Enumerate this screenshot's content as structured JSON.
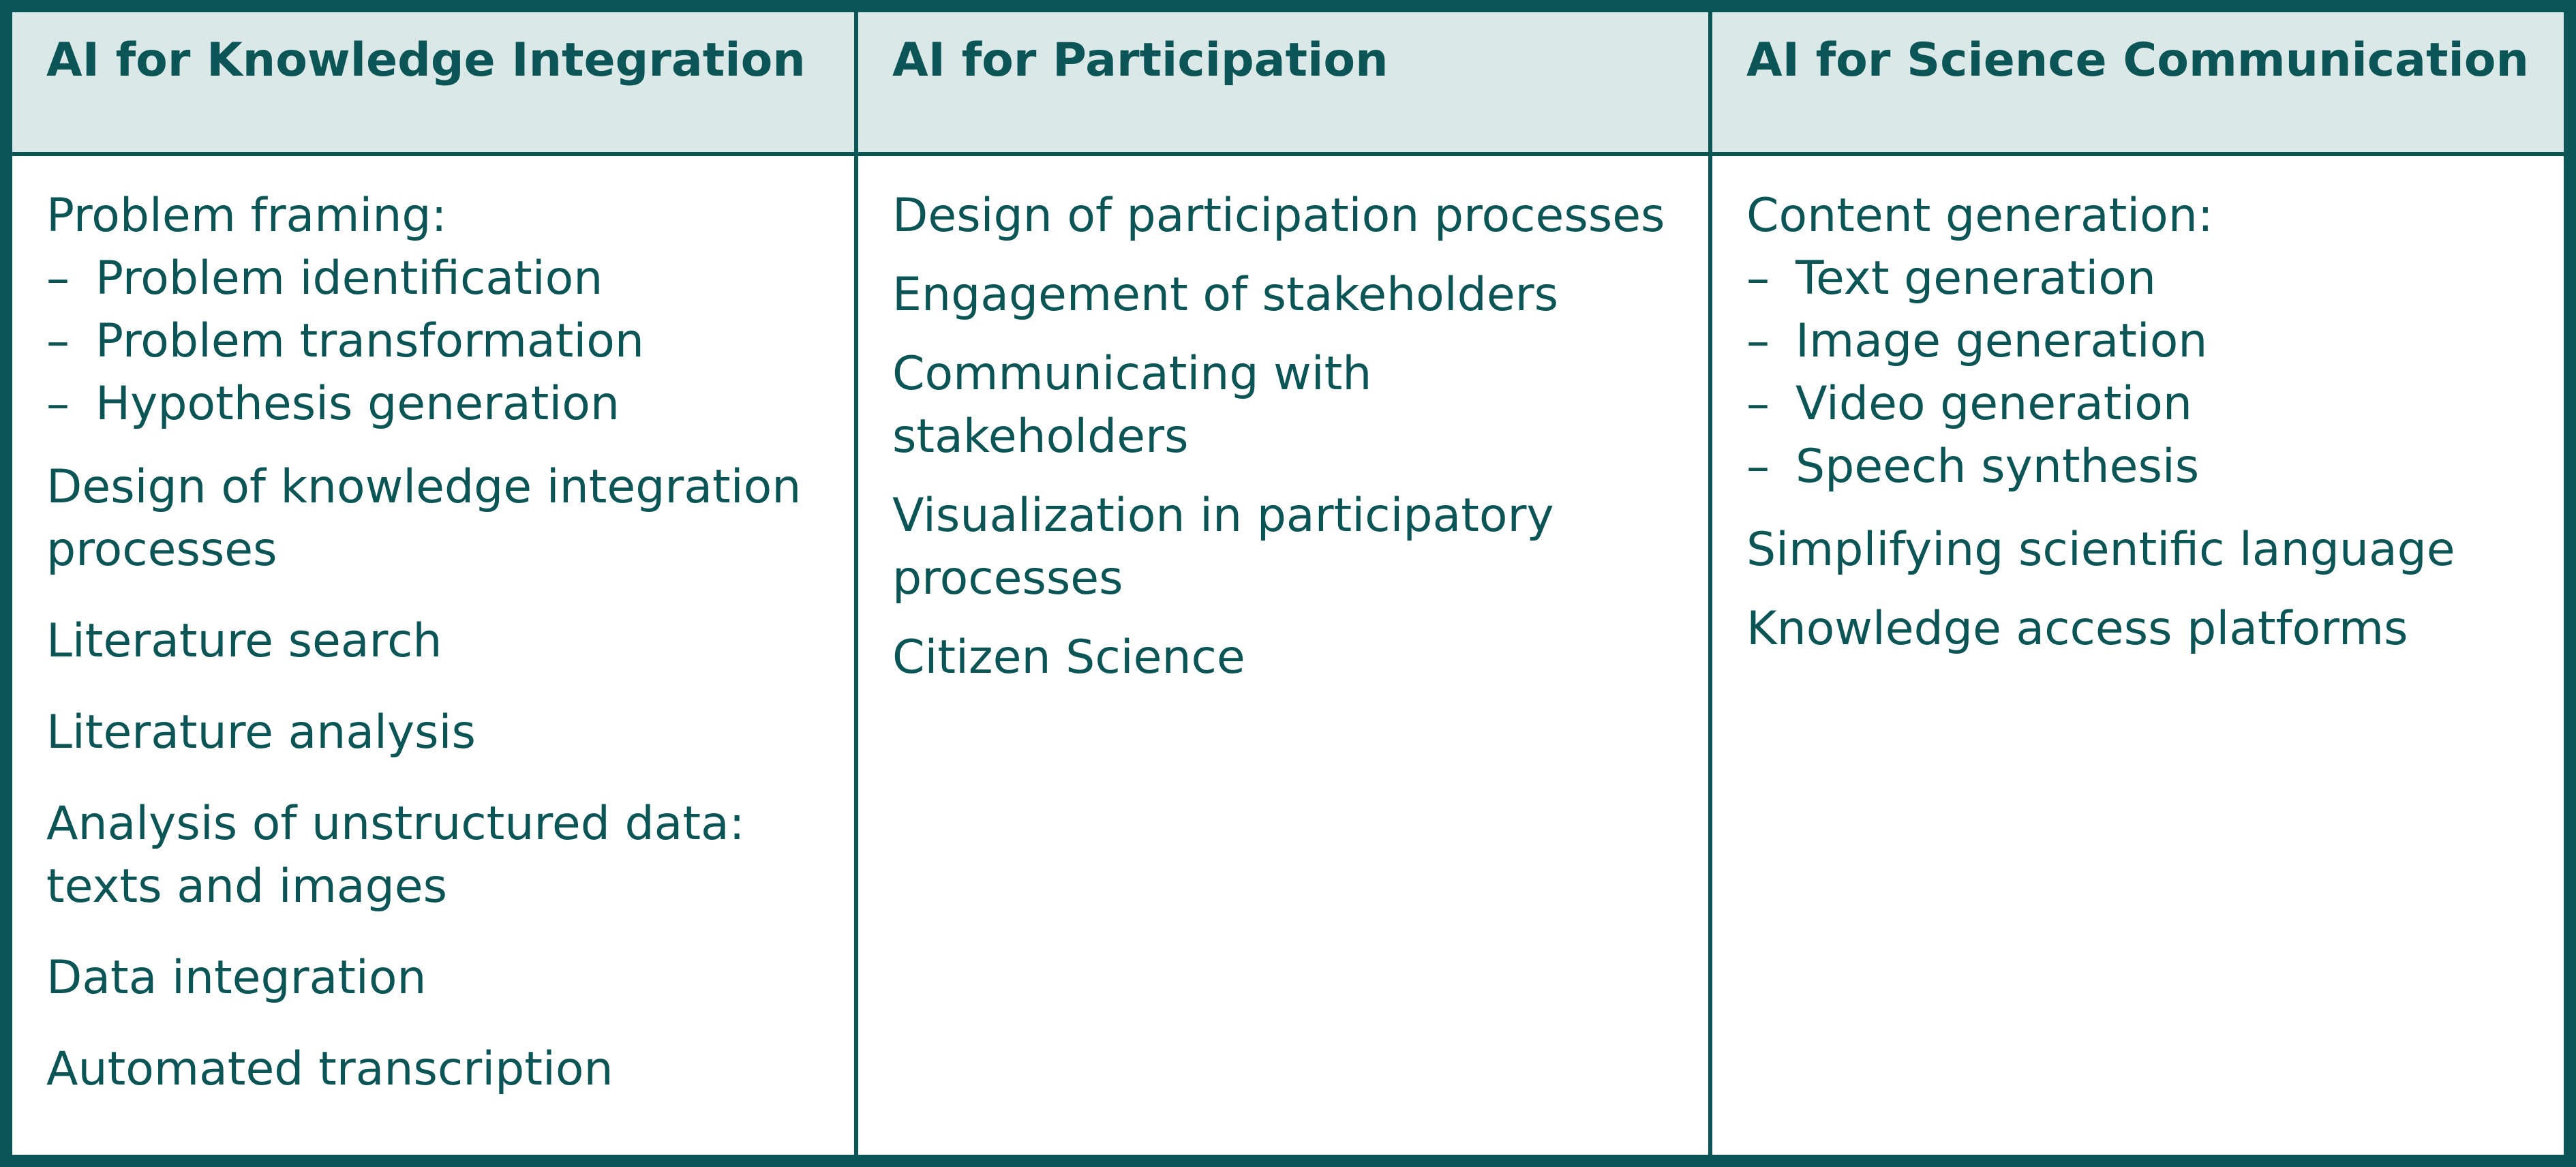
{
  "columns": [
    {
      "header": "AI for Knowledge Integration",
      "groups": [
        {
          "label": "Problem framing:",
          "subitems": [
            "Problem identification",
            "Problem transformation",
            "Hypothesis generation"
          ]
        }
      ],
      "items": [
        "Design of knowledge integration processes",
        "Literature search",
        "Literature analysis",
        "Analysis of unstructured data: texts and images",
        "Data integration",
        "Automated transcription"
      ]
    },
    {
      "header": "AI for Participation",
      "items": [
        "Design of participation processes",
        "Engagement of stakeholders",
        "Communicating with stakeholders",
        "Visualization in participatory processes",
        "Citizen Science"
      ]
    },
    {
      "header": "AI for Science Communication",
      "groups": [
        {
          "label": "Content generation:",
          "subitems": [
            "Text generation",
            "Image generation",
            "Video generation",
            "Speech synthesis"
          ]
        }
      ],
      "items": [
        "Simplifying scientific language",
        "Knowledge access platforms"
      ]
    }
  ],
  "dash_glyph": "–",
  "colors": {
    "accent": "#0b5556",
    "header_bg": "#dbe8e8",
    "background": "#ffffff"
  }
}
